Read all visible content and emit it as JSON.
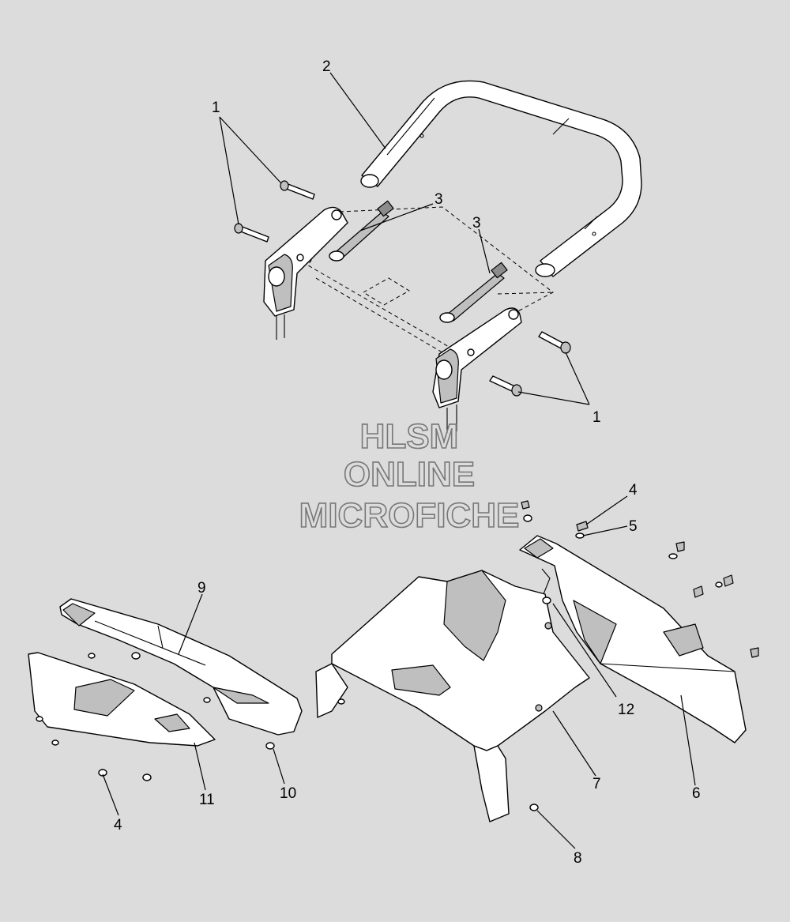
{
  "watermark": {
    "line1": "HLSM",
    "line2": "ONLINE",
    "line3": "MICROFICHE"
  },
  "callouts": {
    "c1_top": "1",
    "c2": "2",
    "c3_left": "3",
    "c3_right": "3",
    "c1_right": "1",
    "c4_top": "4",
    "c5": "5",
    "c9": "9",
    "c12": "12",
    "c11": "11",
    "c10": "10",
    "c7": "7",
    "c6": "6",
    "c4_bottom": "4",
    "c8": "8"
  }
}
